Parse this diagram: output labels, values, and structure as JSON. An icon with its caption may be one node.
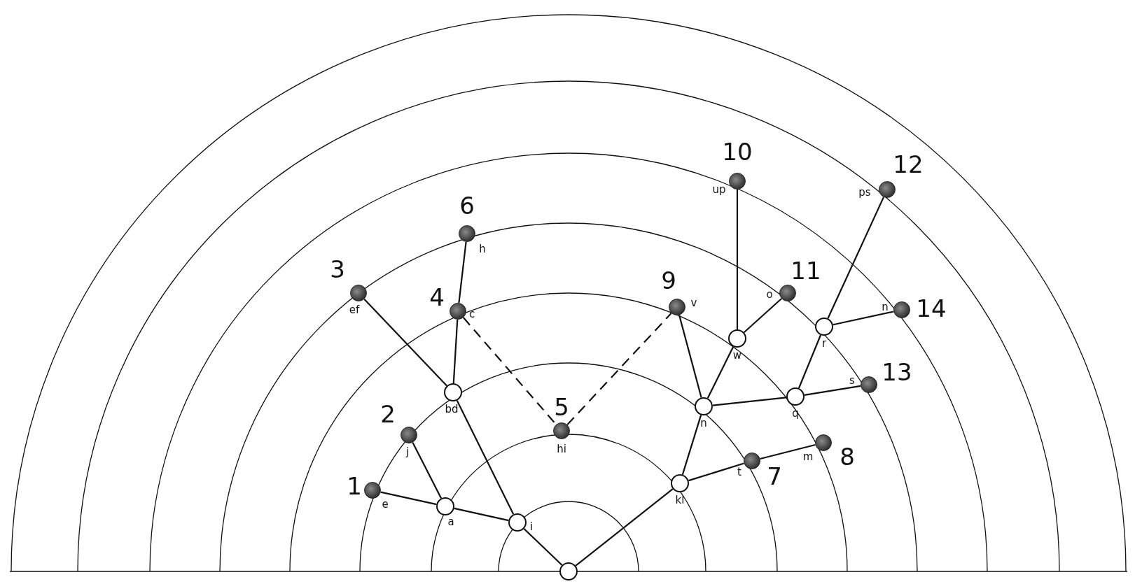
{
  "diagram": {
    "nodes": [
      {
        "text": [],
        "shape": "circle"
      },
      {
        "text": [],
        "shape": "circle",
        "beside": [
          "i"
        ]
      },
      {
        "text": [],
        "shape": "circle",
        "beside": [
          "a"
        ]
      },
      {
        "text": [
          "1"
        ],
        "beside": [
          "e"
        ]
      },
      {
        "text": [
          "2"
        ],
        "beside": [
          "j"
        ]
      },
      {
        "text": [],
        "shape": "circle",
        "beside": [
          "bd"
        ]
      },
      {
        "text": [
          "3"
        ],
        "beside": [
          "ef"
        ]
      },
      {
        "text": [
          "4"
        ],
        "beside": [
          "c"
        ]
      },
      {
        "text": [
          "6"
        ],
        "beside": [
          "h"
        ]
      },
      {
        "text": [
          "5"
        ],
        "beside": [
          "hi"
        ]
      },
      {
        "text": [],
        "shape": "circle",
        "beside": [
          "kl"
        ]
      },
      {
        "text": [
          "7"
        ],
        "beside": [
          "t"
        ]
      },
      {
        "text": [
          "8"
        ],
        "beside": [
          "m"
        ]
      },
      {
        "text": [],
        "shape": "circle",
        "beside": [
          "n"
        ]
      },
      {
        "text": [
          "9"
        ],
        "beside": [
          "v"
        ]
      },
      {
        "text": [],
        "shape": "circle",
        "beside": [
          "w"
        ]
      },
      {
        "text": [
          "10"
        ],
        "beside": [
          "up"
        ]
      },
      {
        "text": [
          "11"
        ],
        "beside": [
          "o"
        ]
      },
      {
        "text": [],
        "shape": "circle",
        "beside": [
          "q"
        ]
      },
      {
        "text": [
          "13"
        ],
        "beside": [
          "s"
        ]
      },
      {
        "text": [],
        "shape": "circle",
        "beside": [
          "r"
        ]
      },
      {
        "text": [
          "12"
        ],
        "beside": [
          "ps"
        ]
      },
      {
        "text": [
          "14"
        ],
        "beside": [
          "n"
        ]
      }
    ],
    "edges": [
      {
        "from": 0,
        "to": 1,
        "arrow": "none"
      },
      {
        "from": 1,
        "to": 2,
        "arrow": "none"
      },
      {
        "from": 2,
        "to": 3,
        "arrow": "none"
      },
      {
        "from": 2,
        "to": 4,
        "arrow": "none"
      },
      {
        "from": 1,
        "to": 5,
        "arrow": "none"
      },
      {
        "from": 5,
        "to": 6,
        "arrow": "none"
      },
      {
        "from": 5,
        "to": 7,
        "arrow": "none"
      },
      {
        "from": 7,
        "to": 8,
        "arrow": "none"
      },
      {
        "from": 7,
        "to": 9,
        "arrow": "none",
        "style": "dashed"
      },
      {
        "from": 9,
        "to": 14,
        "arrow": "none",
        "style": "dashed"
      },
      {
        "from": 0,
        "to": 10,
        "arrow": "none"
      },
      {
        "from": 10,
        "to": 11,
        "arrow": "none"
      },
      {
        "from": 11,
        "to": 12,
        "arrow": "none"
      },
      {
        "from": 10,
        "to": 13,
        "arrow": "none"
      },
      {
        "from": 13,
        "to": 14,
        "arrow": "none"
      },
      {
        "from": 13,
        "to": 15,
        "arrow": "none"
      },
      {
        "from": 15,
        "to": 16,
        "arrow": "none"
      },
      {
        "from": 15,
        "to": 17,
        "arrow": "none"
      },
      {
        "from": 13,
        "to": 18,
        "arrow": "none"
      },
      {
        "from": 18,
        "to": 19,
        "arrow": "none"
      },
      {
        "from": 18,
        "to": 20,
        "arrow": "none"
      },
      {
        "from": 20,
        "to": 21,
        "arrow": "none"
      },
      {
        "from": 20,
        "to": 22,
        "arrow": "none"
      }
    ]
  }
}
